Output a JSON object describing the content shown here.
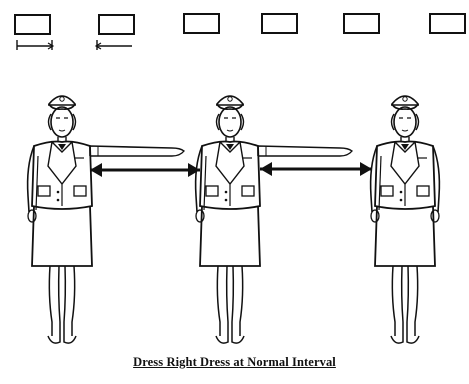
{
  "figure": {
    "caption": "Dress Right Dress at Normal Interval",
    "figure_count": 3,
    "position_marker_count": 6,
    "arm_arrow_count": 2,
    "colors": {
      "ink": "#111111",
      "paper": "#ffffff"
    }
  }
}
